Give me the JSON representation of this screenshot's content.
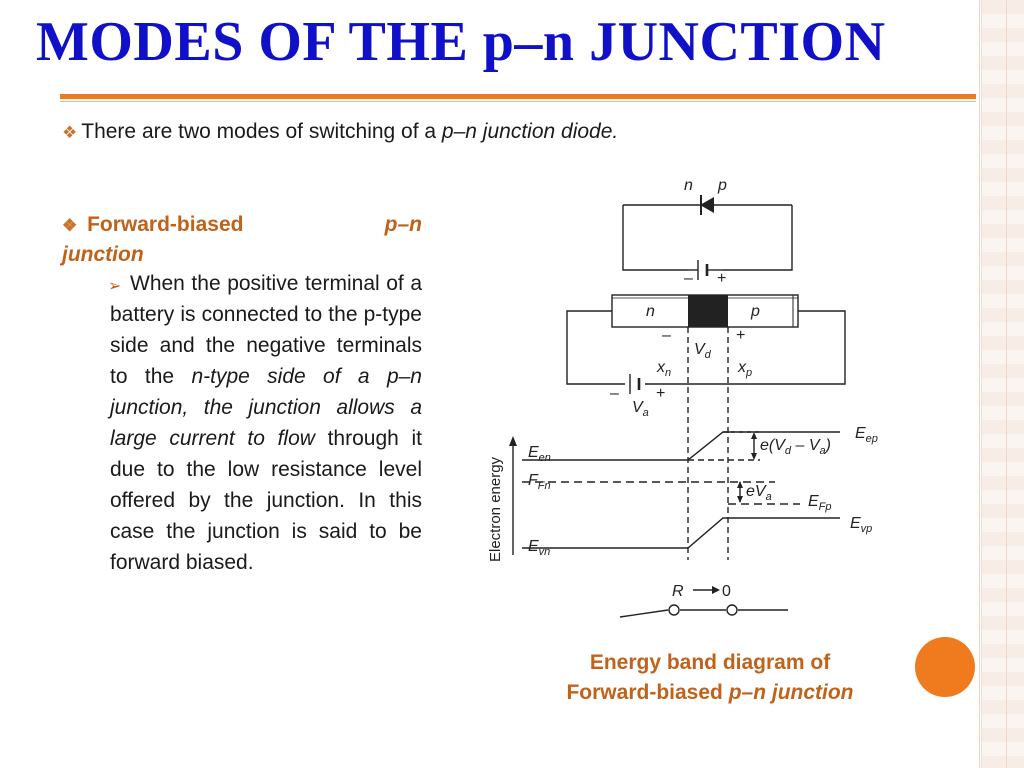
{
  "title": "MODES OF THE p–n JUNCTION",
  "intro": {
    "bullet_icon": "diamond-bullet-icon",
    "text": "There are two modes of switching of a ",
    "italic": "p–n junction diode."
  },
  "forward": {
    "bullet_icon": "diamond-bullet-icon",
    "heading_left": "Forward-biased",
    "heading_right": "p–n",
    "heading_line2": "junction",
    "point": {
      "bullet_icon": "arrow-bullet-icon",
      "part1": "When the positive terminal of a battery is connected to the p-type side and the negative terminals to the ",
      "italic": "n-type side of a p–n junction, the junction allows a large current to flow",
      "part2": " through it due to the low resistance level offered by the junction. In this case the junction is said to be forward biased."
    }
  },
  "diagram": {
    "label_n_top": "n",
    "label_p_top": "p",
    "battery1_minus": "–",
    "battery1_plus": "+",
    "label_n_bar": "n",
    "label_p_bar": "p",
    "minus_mark": "–",
    "plus_mark": "+",
    "vd": "V",
    "vd_sub": "d",
    "xn": "x",
    "xn_sub": "n",
    "xp": "x",
    "xp_sub": "p",
    "battery2_minus": "–",
    "battery2_plus": "+",
    "va": "V",
    "va_sub": "a",
    "axis_label": "Electron energy",
    "een": "E",
    "een_sub": "en",
    "efn": "F",
    "efn_sub": "Fn",
    "evn": "E",
    "evn_sub": "vn",
    "eep": "E",
    "eep_sub": "ep",
    "efp": "E",
    "efp_sub": "Fp",
    "evp": "E",
    "evp_sub": "vp",
    "barrier_label": "e(V",
    "barrier_sub1": "d",
    "barrier_mid": " – V",
    "barrier_sub2": "a",
    "barrier_end": ")",
    "eva": "eV",
    "eva_sub": "a",
    "r_label": "R",
    "r_value": "0"
  },
  "caption": {
    "line1": "Energy band diagram of",
    "line2_text": "Forward-biased ",
    "line2_italic": "p–n junction"
  },
  "colors": {
    "title": "#1010c8",
    "accent": "#f07a1e",
    "heading": "#c0621a"
  }
}
